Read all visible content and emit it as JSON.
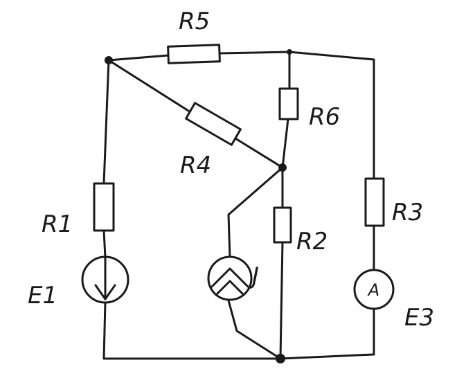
{
  "diagram": {
    "labels": {
      "r5": "R5",
      "r6": "R6",
      "r4": "R4",
      "r1": "R1",
      "r2": "R2",
      "r3": "R3",
      "e1": "E1",
      "e3": "E3",
      "j": "J",
      "ammeter": "A"
    },
    "colors": {
      "ink": "#1a1a1a",
      "paper": "#ffffff"
    }
  }
}
